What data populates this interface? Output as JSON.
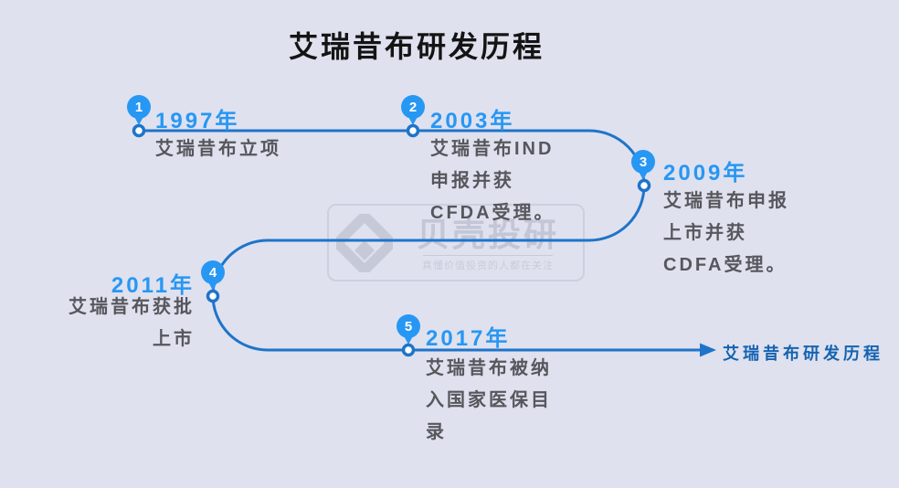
{
  "title": "艾瑞昔布研发历程",
  "colors": {
    "background": "#dfe1ee",
    "line": "#1e74c9",
    "accent": "#2797f4",
    "description": "#56575c",
    "end_label": "#1463b2",
    "watermark": "#c2c6d6"
  },
  "milestones": [
    {
      "num": "1",
      "year": "1997年",
      "lines": [
        "艾瑞昔布立项"
      ]
    },
    {
      "num": "2",
      "year": "2003年",
      "lines": [
        "艾瑞昔布IND",
        "申报并获",
        "CFDA受理。"
      ]
    },
    {
      "num": "3",
      "year": "2009年",
      "lines": [
        "艾瑞昔布申报",
        "上市并获",
        "CDFA受理。"
      ]
    },
    {
      "num": "4",
      "year": "2011年",
      "lines": [
        "艾瑞昔布获批",
        "上市"
      ]
    },
    {
      "num": "5",
      "year": "2017年",
      "lines": [
        "艾瑞昔布被纳",
        "入国家医保目",
        "录"
      ]
    }
  ],
  "end_label": "艾瑞昔布研发历程",
  "watermark": {
    "brand": "贝壳投研",
    "tagline": "真懂价值投资的人都在关注"
  }
}
